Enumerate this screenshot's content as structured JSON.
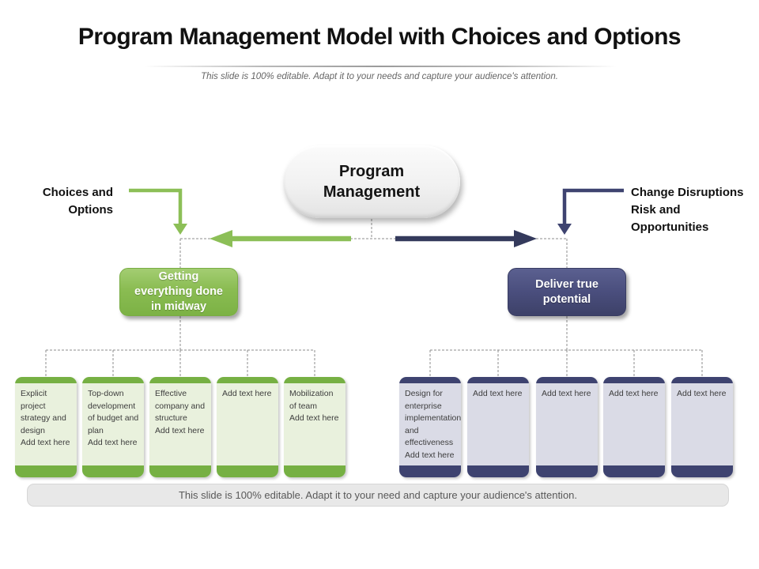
{
  "slide": {
    "title": "Program Management Model with Choices and Options",
    "subtitle": "This slide is 100% editable. Adapt it to your needs and capture your audience's attention.",
    "footer": "This slide is 100% editable. Adapt it to your need and capture your audience's attention."
  },
  "diagram": {
    "root": "Program Management",
    "left": {
      "side_label": "Choices and Options",
      "branch": "Getting everything done in midway",
      "children": [
        {
          "text": "Explicit project strategy and design",
          "note": "Add text here"
        },
        {
          "text": "Top-down development of budget and plan",
          "note": "Add text here"
        },
        {
          "text": "Effective company and structure",
          "note": "Add text here"
        },
        {
          "text": "",
          "note": "Add text here"
        },
        {
          "text": "Mobilization of team",
          "note": "Add text here"
        }
      ]
    },
    "right": {
      "side_label": "Change Disruptions Risk and Opportunities",
      "branch": "Deliver true potential",
      "children": [
        {
          "text": "Design for enterprise implementation and effectiveness",
          "note": "Add text here"
        },
        {
          "text": "",
          "note": "Add text here"
        },
        {
          "text": "",
          "note": "Add text here"
        },
        {
          "text": "",
          "note": "Add text here"
        },
        {
          "text": "",
          "note": "Add text here"
        }
      ]
    }
  },
  "colors": {
    "green": "#8cbf57",
    "green-box": "#8abc52",
    "green-bar": "#76b043",
    "green-light": "#e9f1dd",
    "navy-box": "#4a4e7d",
    "navy-dark": "#343a5c",
    "navy-line": "#3e4370",
    "lavender-light": "#dadbe6",
    "footer-bg": "#e8e8e8"
  }
}
